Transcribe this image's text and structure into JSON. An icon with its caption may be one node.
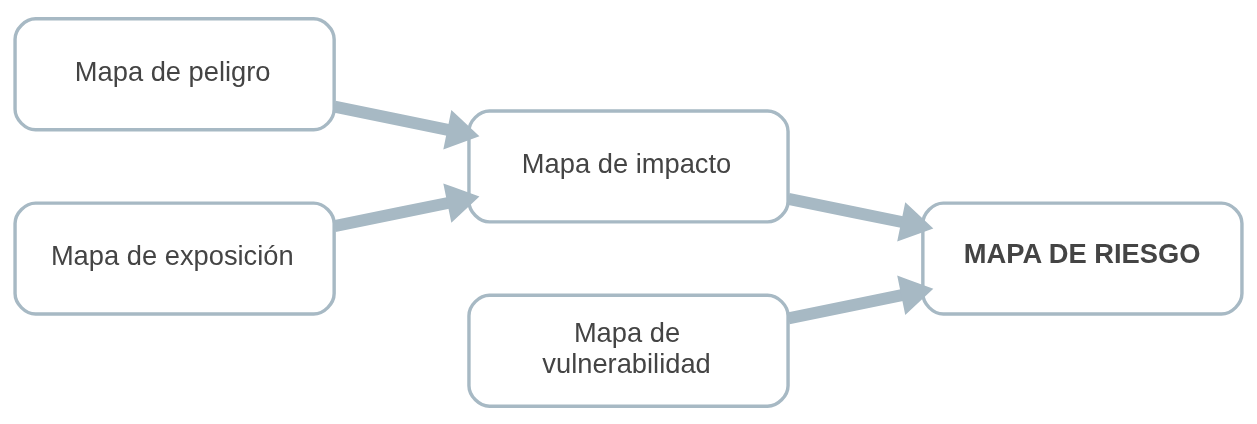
{
  "diagram": {
    "nodes": [
      {
        "text": [
          "Mapa de peligro"
        ]
      },
      {
        "text": [
          "Mapa de exposición"
        ]
      },
      {
        "text": [
          "Mapa de impacto"
        ]
      },
      {
        "text": [
          "Mapa de vulnerabilidad"
        ]
      },
      {
        "text": [
          "MAPA DE RIESGO"
        ]
      }
    ],
    "edges": [
      {
        "from": 0,
        "to": 2,
        "arrow": "to"
      },
      {
        "from": 1,
        "to": 2,
        "arrow": "to"
      },
      {
        "from": 2,
        "to": 4,
        "arrow": "to"
      },
      {
        "from": 3,
        "to": 4,
        "arrow": "to"
      }
    ]
  }
}
